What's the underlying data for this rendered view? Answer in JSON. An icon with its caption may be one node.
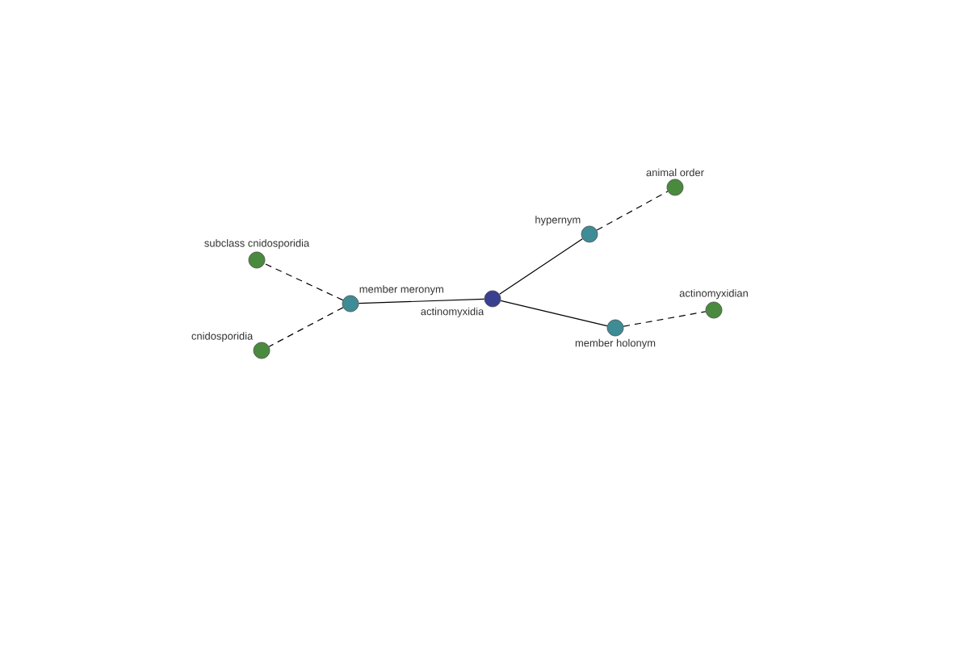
{
  "diagram": {
    "nodes": [
      {
        "text": [
          "actinomyxidia"
        ]
      },
      {
        "text": [
          "hypernym"
        ]
      },
      {
        "text": [
          "animal order"
        ]
      },
      {
        "text": [
          "member holonym"
        ]
      },
      {
        "text": [
          "actinomyxidian"
        ]
      },
      {
        "text": [
          "member meronym"
        ]
      },
      {
        "text": [
          "subclass cnidosporidia"
        ]
      },
      {
        "text": [
          "cnidosporidia"
        ]
      }
    ],
    "edges": [
      {
        "from": 0,
        "to": 1,
        "arrow": "none"
      },
      {
        "from": 1,
        "to": 2,
        "arrow": "none",
        "style": "dashed"
      },
      {
        "from": 0,
        "to": 3,
        "arrow": "none"
      },
      {
        "from": 3,
        "to": 4,
        "arrow": "none",
        "style": "dashed"
      },
      {
        "from": 0,
        "to": 5,
        "arrow": "none"
      },
      {
        "from": 5,
        "to": 6,
        "arrow": "none",
        "style": "dashed"
      },
      {
        "from": 5,
        "to": 7,
        "arrow": "none",
        "style": "dashed"
      }
    ]
  }
}
